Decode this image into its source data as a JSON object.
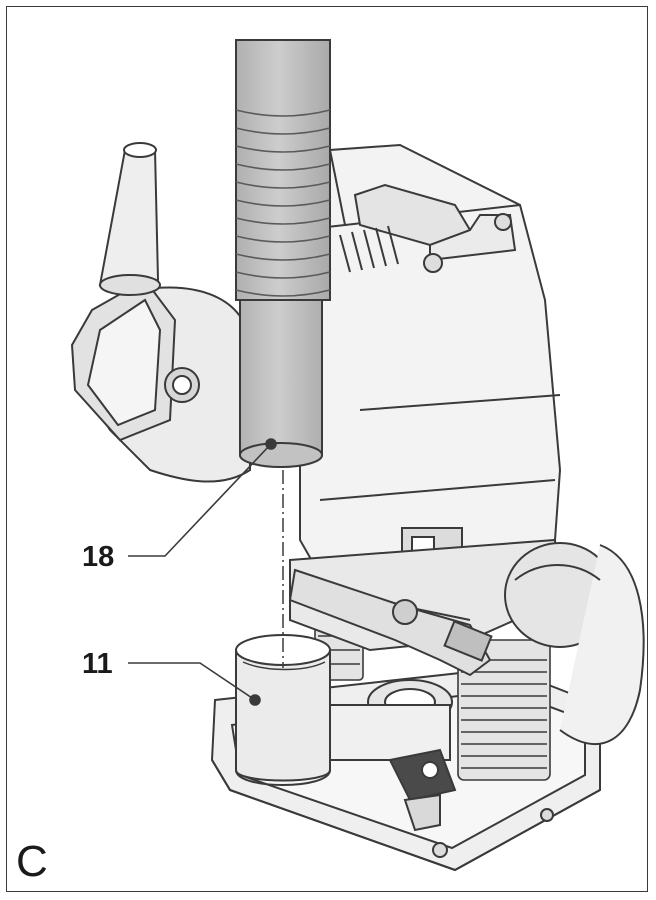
{
  "figure": {
    "letter": "C",
    "callouts": [
      {
        "number": "18"
      },
      {
        "number": "11"
      }
    ]
  },
  "colors": {
    "line": "#3a3a3a",
    "hose_fill": "#bdbdbd",
    "part_fill": "#e2e2e2",
    "shade": "#cfcfcf",
    "paper": "#ffffff"
  }
}
